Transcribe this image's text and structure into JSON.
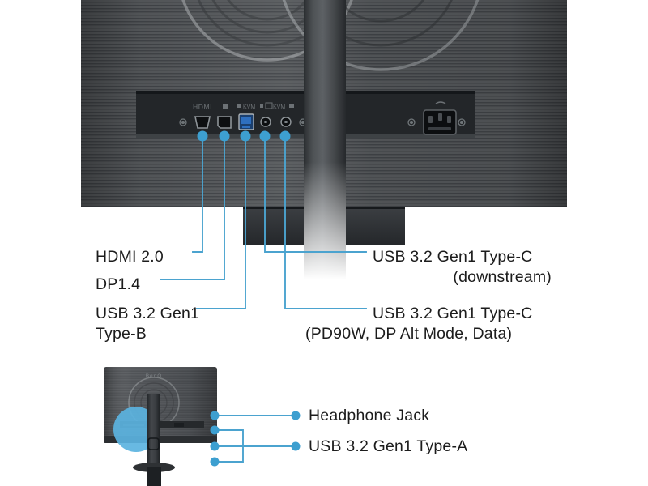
{
  "diagram": {
    "title": "Monitor rear I/O port callout diagram",
    "accent_color": "#3d9fd0",
    "dot_color": "#3d9fd0",
    "line_color": "#4ba3cf",
    "text_color": "#1c1c1c",
    "background": "#ffffff"
  },
  "main_view": {
    "name": "monitor-rear-view",
    "body_color": "#4a4d50",
    "panel_color": "#3a3d40",
    "stand_color": "#3c3f42",
    "port_panel": {
      "ports": [
        {
          "id": "hdmi",
          "type": "hdmi-port",
          "marking": "HDMI"
        },
        {
          "id": "dp",
          "type": "displayport-port",
          "marking": ""
        },
        {
          "id": "usb-b",
          "type": "usb-b-port",
          "marking": ""
        },
        {
          "id": "usb-c-1",
          "type": "usb-c-port",
          "marking": ""
        },
        {
          "id": "usb-c-2",
          "type": "usb-c-port",
          "marking": ""
        }
      ],
      "power": {
        "id": "power-inlet",
        "type": "iec-power-socket"
      }
    }
  },
  "callouts_left": [
    {
      "id": "hdmi",
      "text": "HDMI 2.0"
    },
    {
      "id": "dp",
      "text": "DP1.4"
    },
    {
      "id": "usb-b",
      "text": "USB 3.2 Gen1",
      "text2": "Type-B"
    }
  ],
  "callouts_right": [
    {
      "id": "usb-c-downstream",
      "text": "USB 3.2 Gen1 Type-C",
      "text2": "(downstream)"
    },
    {
      "id": "usb-c-pd",
      "text": "USB 3.2 Gen1 Type-C",
      "text2": "(PD90W, DP Alt Mode, Data)"
    }
  ],
  "bottom_view": {
    "name": "monitor-side-view",
    "highlight": {
      "name": "highlight-circle",
      "color": "#5bb3e0"
    },
    "callouts": [
      {
        "id": "headphone",
        "text": "Headphone Jack"
      },
      {
        "id": "usb-a",
        "text": "USB 3.2 Gen1 Type-A"
      }
    ]
  }
}
